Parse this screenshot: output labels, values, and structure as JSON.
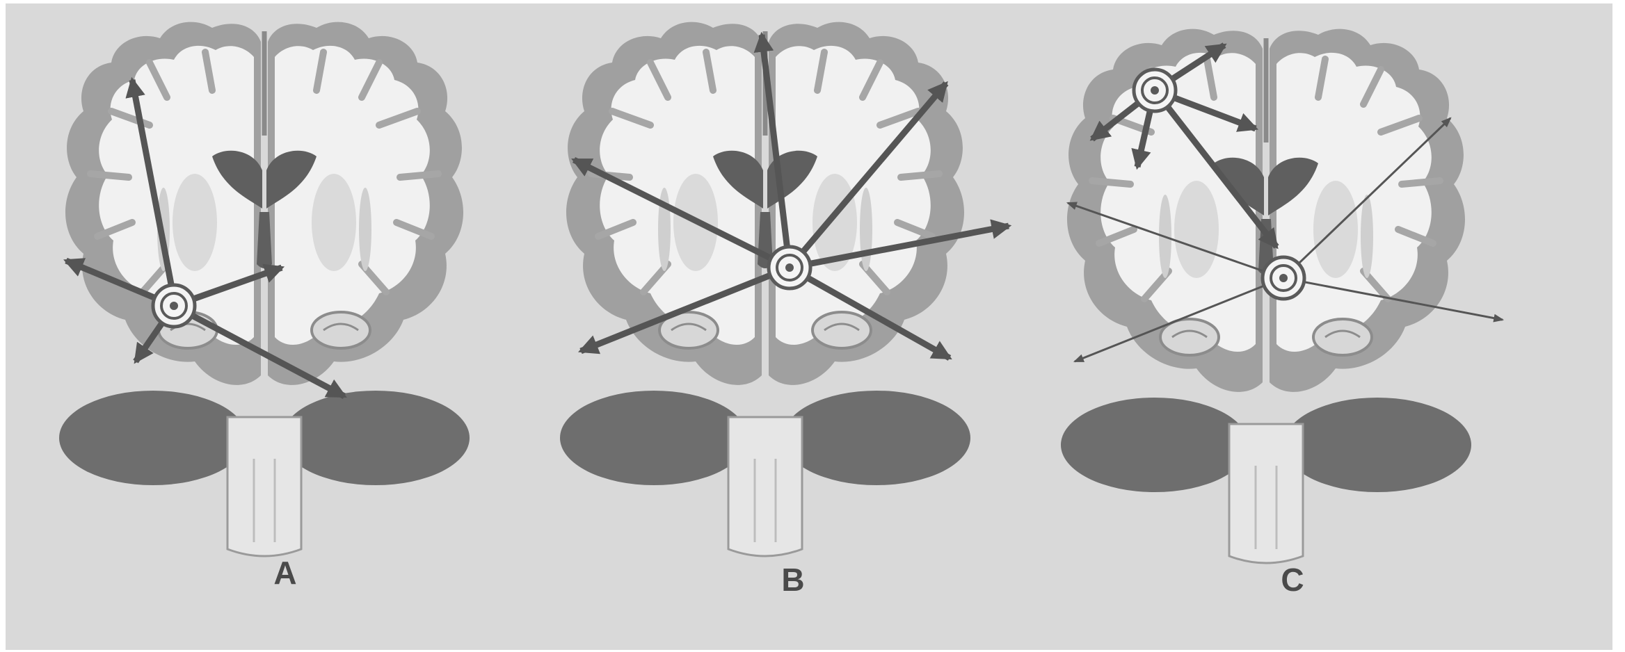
{
  "figure": {
    "panels": [
      {
        "label": "A"
      },
      {
        "label": "B"
      },
      {
        "label": "C"
      }
    ],
    "colors": {
      "background": "#d9d9d9",
      "white_matter": "#f2f2f2",
      "cortex": "#9c9c9c",
      "ventricles": "#5f5f5f",
      "cerebellum": "#6e6e6e",
      "arrows": "#555555"
    }
  }
}
